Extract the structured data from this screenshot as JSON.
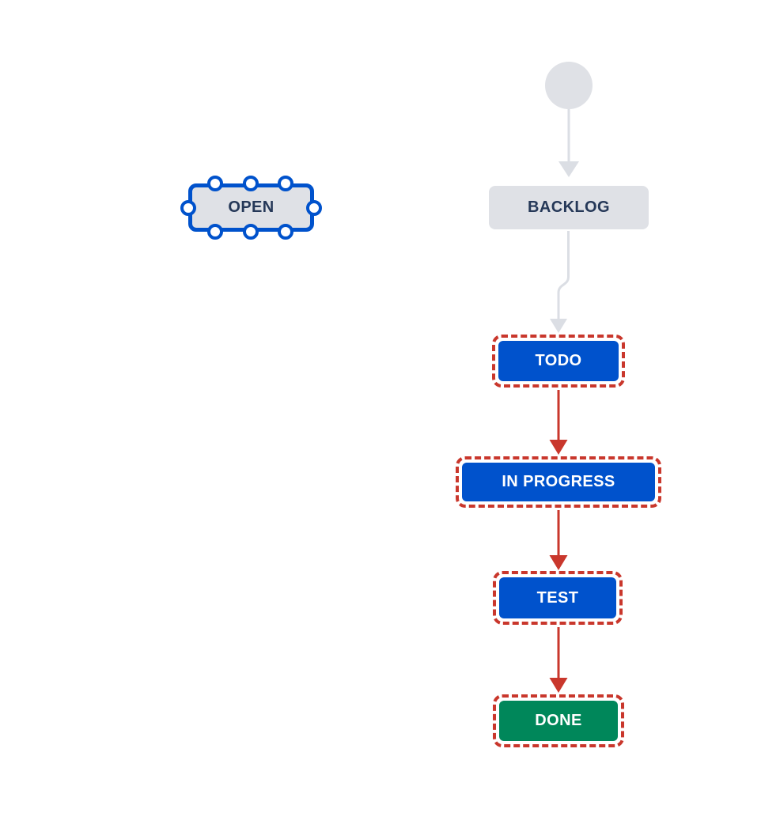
{
  "colors": {
    "canvas_bg": "#ffffff",
    "neutral_fill": "#dfe1e6",
    "neutral_arrow": "#dbdee4",
    "dark_text": "#253858",
    "white_text": "#ffffff",
    "blue_fill": "#0052cc",
    "green_fill": "#00875a",
    "selection_blue": "#0052cc",
    "red_transition": "#c9372c"
  },
  "nodes": {
    "open": {
      "label": "OPEN"
    },
    "backlog": {
      "label": "BACKLOG"
    },
    "todo": {
      "label": "TODO"
    },
    "in_progress": {
      "label": "IN PROGRESS"
    },
    "test": {
      "label": "TEST"
    },
    "done": {
      "label": "DONE"
    }
  }
}
